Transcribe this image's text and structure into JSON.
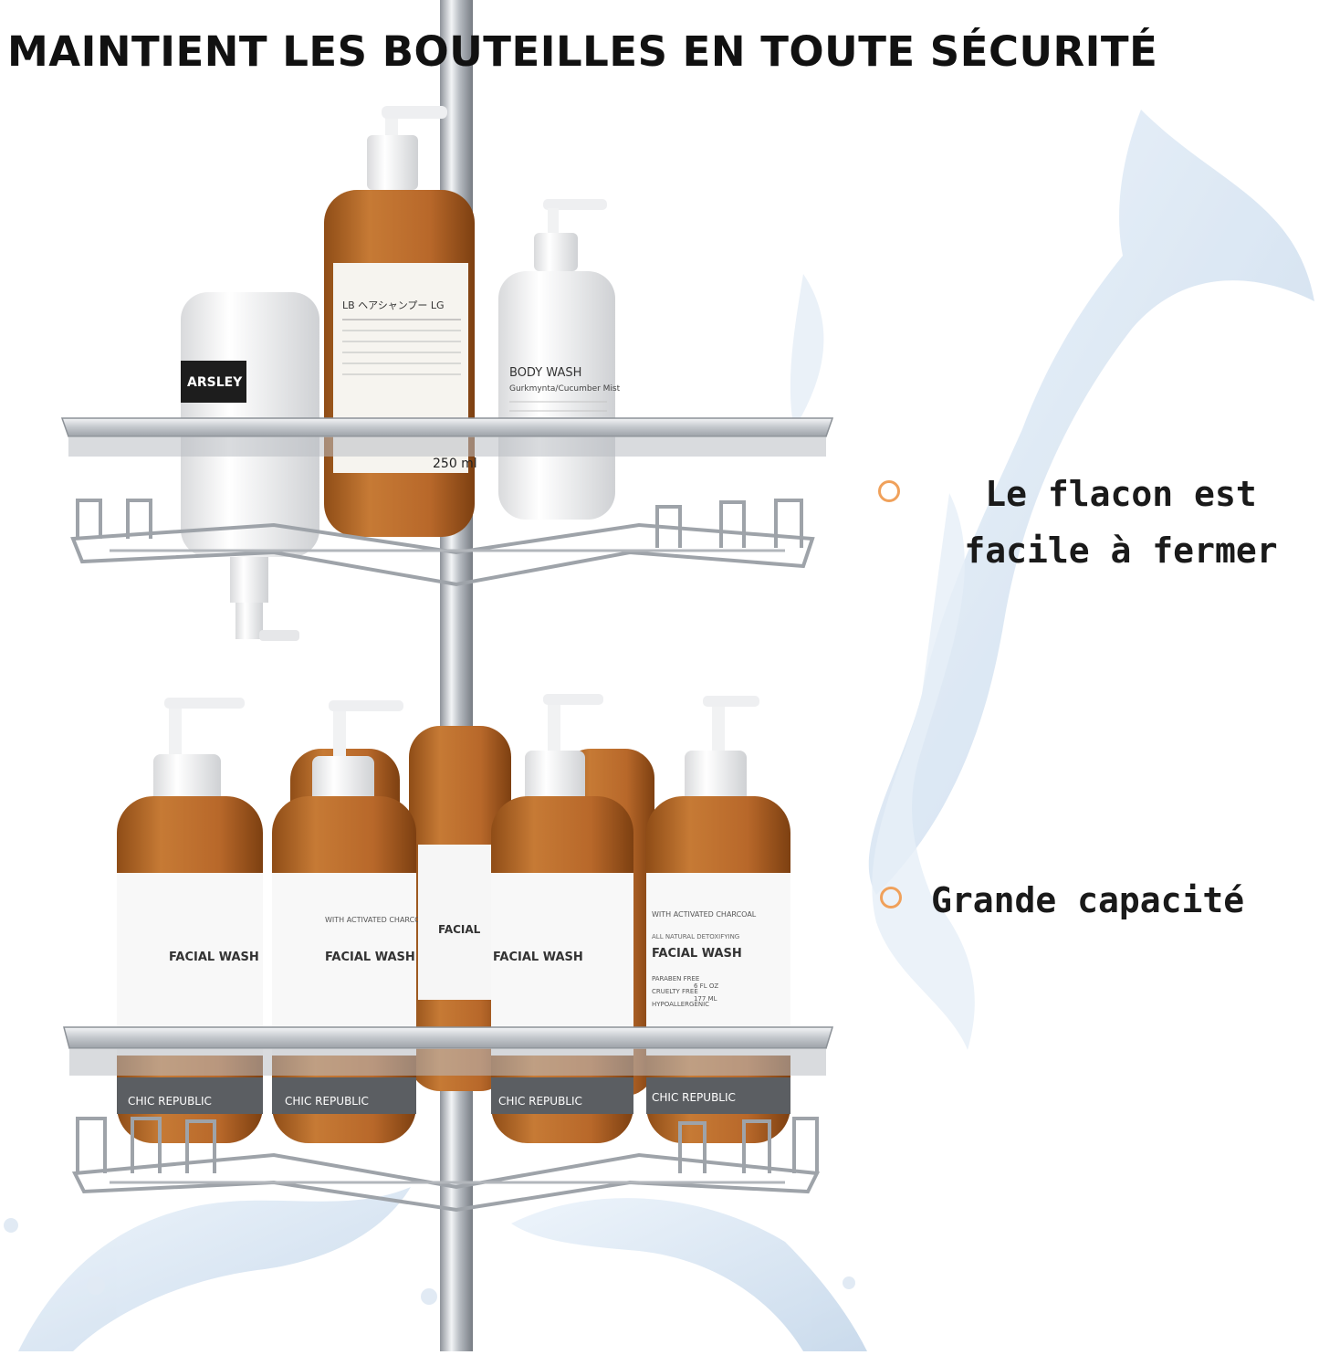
{
  "headline": "MAINTIENT LES BOUTEILLES EN TOUTE SÉCURITÉ",
  "features": [
    {
      "text": "Le flacon est facile à fermer",
      "icon": "circle-bullet-icon"
    },
    {
      "text": "Grande capacité",
      "icon": "circle-bullet-icon"
    }
  ],
  "top_shelf": {
    "bottle_tall_volume": "250 ml",
    "bottle_tall_brand": "LB ヘアシャンプー LG",
    "bottle_right_name": "BODY WASH",
    "bottle_right_variant": "Gurkmynta/Cucumber Mist",
    "bottle_left_label": "ARSLEY"
  },
  "bottom_shelf": {
    "product_line1": "WITH ACTIVATED CHARCOAL",
    "product_line2": "ALL NATURAL DETOXIFYING",
    "product_name": "FACIAL WASH",
    "claim1": "PARABEN FREE",
    "claim2": "CRUELTY FREE",
    "claim3": "HYPOALLERGENIC",
    "size_oz": "6 FL OZ",
    "size_ml": "177 ML",
    "brand": "CHIC REPUBLIC"
  },
  "colors": {
    "accent_bullet": "#f0a15b",
    "amber_bottle": "#b5692a",
    "chrome": "#c9cdd2",
    "text": "#111111"
  }
}
